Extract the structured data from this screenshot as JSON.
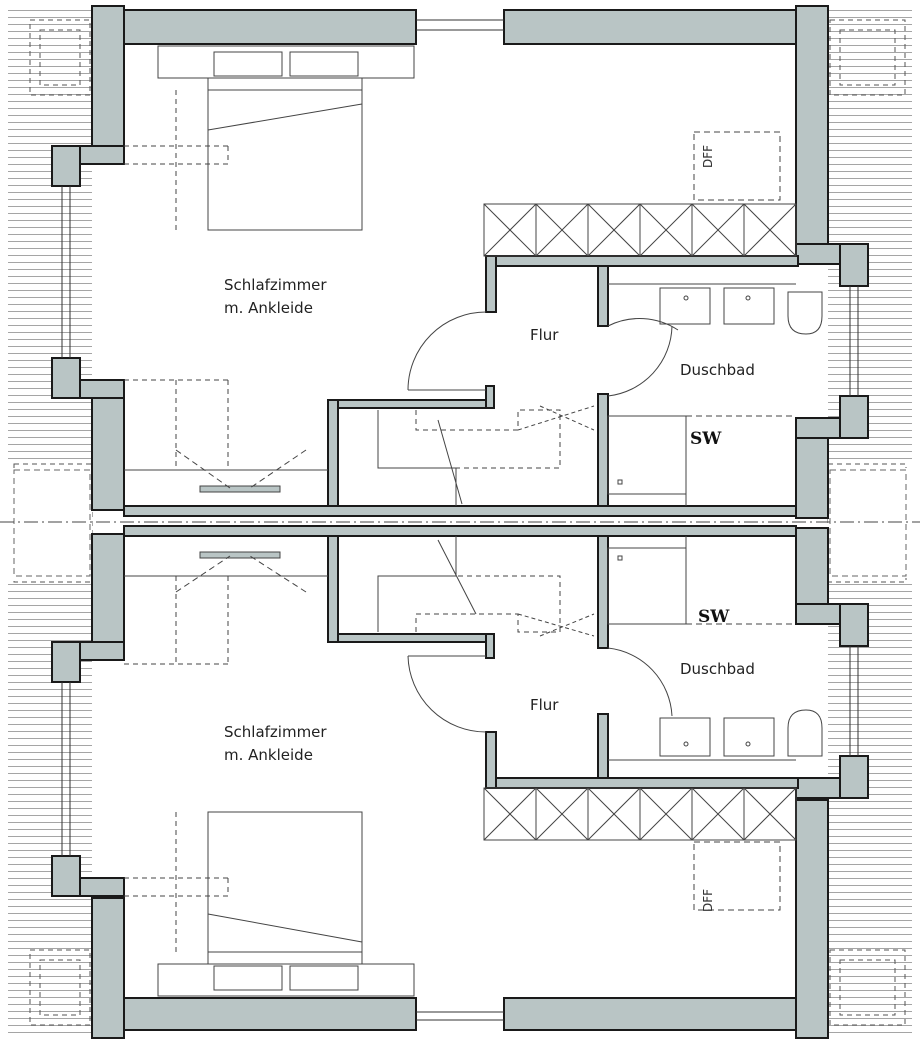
{
  "upper_unit": {
    "bedroom_line1": "Schlafzimmer",
    "bedroom_line2": "m. Ankleide",
    "hall": "Flur",
    "bathroom": "Duschbad",
    "shaft": "SW",
    "skylight": "DFF"
  },
  "lower_unit": {
    "bedroom_line1": "Schlafzimmer",
    "bedroom_line2": "m. Ankleide",
    "hall": "Flur",
    "bathroom": "Duschbad",
    "shaft": "SW",
    "skylight": "DFF"
  },
  "colors": {
    "wall_fill": "#b9c5c5",
    "wall_stroke": "#1a1a1a",
    "line": "#333333",
    "roof_hatch": "#9a9a9a"
  }
}
